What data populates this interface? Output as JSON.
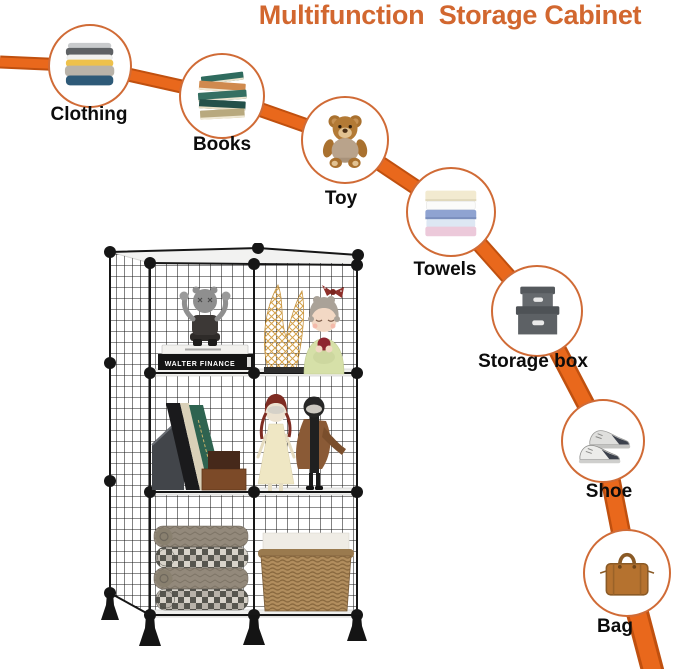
{
  "title": "Multifunction  Storage Cabinet",
  "features": [
    {
      "label": "Clothing",
      "icon": "clothing-icon",
      "depicts": "stack of folded clothes"
    },
    {
      "label": "Books",
      "icon": "books-icon",
      "depicts": "stack of books"
    },
    {
      "label": "Toy",
      "icon": "toy-icon",
      "depicts": "teddy bear"
    },
    {
      "label": "Towels",
      "icon": "towels-icon",
      "depicts": "stack of folded towels"
    },
    {
      "label": "Storage box",
      "icon": "storage-box-icon",
      "depicts": "two grey fabric storage boxes"
    },
    {
      "label": "Shoe",
      "icon": "shoe-icon",
      "depicts": "pair of sneakers"
    },
    {
      "label": "Bag",
      "icon": "bag-icon",
      "depicts": "brown leather handbag"
    }
  ],
  "cabinet": {
    "type": "black wire grid cube organizer, 2 columns x 3 rows",
    "book_spine_text": "WALTER FINANCE",
    "cells": [
      {
        "position": "top-left",
        "contents": "grey collectible figurine seated on two books"
      },
      {
        "position": "top-right",
        "contents": "gold string-art sculpture and girl figurine with red bow"
      },
      {
        "position": "middle-left",
        "contents": "leaning books, magazine file and two wooden boxes"
      },
      {
        "position": "middle-right",
        "contents": "two wooden dolls"
      },
      {
        "position": "bottom-left",
        "contents": "stack of folded blankets"
      },
      {
        "position": "bottom-right",
        "contents": "wicker basket with white liner"
      }
    ]
  },
  "colors": {
    "title_orange": "#d2672f",
    "ribbon_orange": "#e9681c",
    "ribbon_edge": "#c0500f",
    "circle_border": "#d06b36",
    "label_text": "#0c0c0c",
    "background": "#ffffff"
  }
}
